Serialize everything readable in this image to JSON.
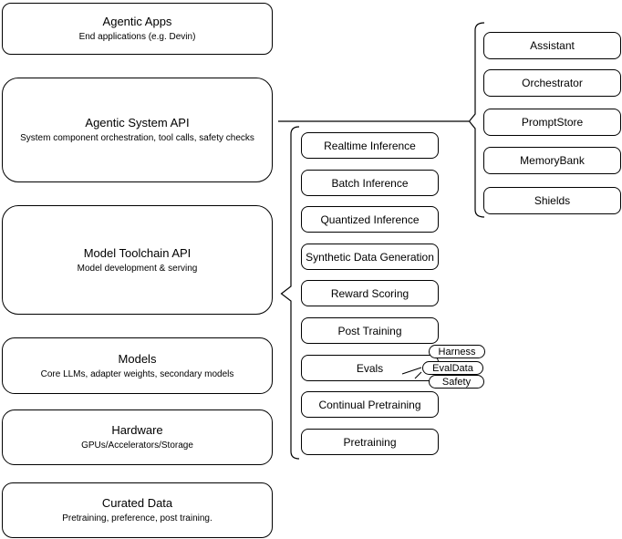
{
  "diagram": {
    "left_column": [
      {
        "title": "Agentic Apps",
        "subtitle": "End applications (e.g. Devin)"
      },
      {
        "title": "Agentic System API",
        "subtitle": "System component orchestration, tool calls, safety checks"
      },
      {
        "title": "Model Toolchain API",
        "subtitle": "Model development & serving"
      },
      {
        "title": "Models",
        "subtitle": "Core LLMs, adapter weights, secondary models"
      },
      {
        "title": "Hardware",
        "subtitle": "GPUs/Accelerators/Storage"
      },
      {
        "title": "Curated Data",
        "subtitle": "Pretraining, preference, post training."
      }
    ],
    "middle_column": [
      "Realtime Inference",
      "Batch Inference",
      "Quantized Inference",
      "Synthetic Data Generation",
      "Reward Scoring",
      "Post Training",
      "Evals",
      "Continual Pretraining",
      "Pretraining"
    ],
    "evals_tags": [
      "Harness",
      "EvalData",
      "Safety"
    ],
    "right_column": [
      "Assistant",
      "Orchestrator",
      "PromptStore",
      "MemoryBank",
      "Shields"
    ],
    "colors": {
      "stroke": "#000000",
      "background": "#ffffff",
      "text": "#000000"
    }
  }
}
